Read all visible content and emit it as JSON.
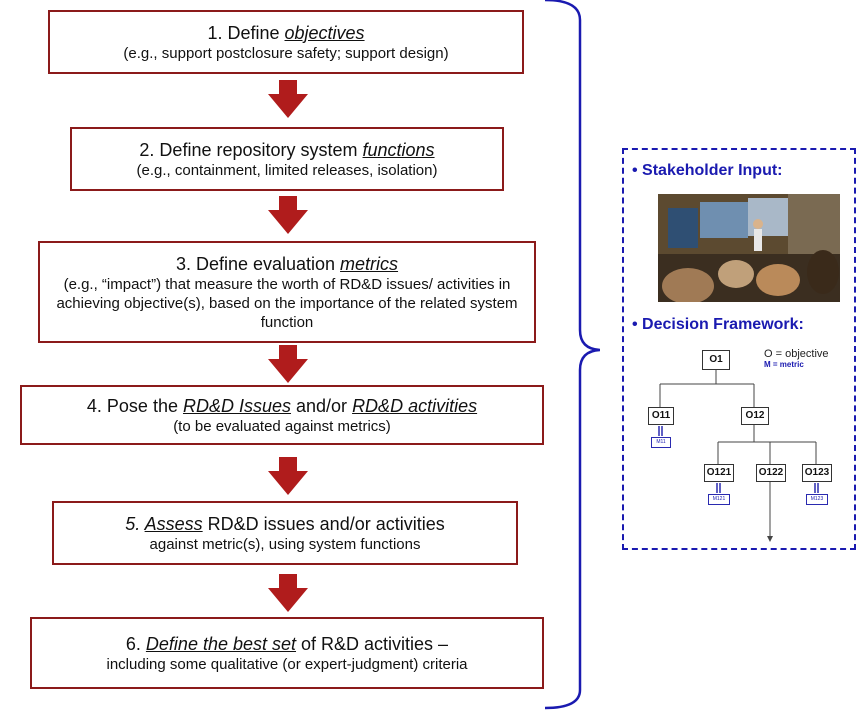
{
  "steps": [
    {
      "main_pre": "1. Define ",
      "main_em": "objectives",
      "main_post": "",
      "sub": "(e.g., support postclosure safety; support design)"
    },
    {
      "main_pre": "2. Define repository system ",
      "main_em": "functions",
      "main_post": "",
      "sub": "(e.g., containment,  limited releases, isolation)"
    },
    {
      "main_pre": "3. Define evaluation ",
      "main_em": "metrics",
      "main_post": "",
      "sub": "(e.g., “impact”) that measure the worth of RD&D issues/ activities in achieving objective(s), based on the importance of the related system function"
    },
    {
      "main_pre": "4. Pose the ",
      "main_em": "RD&D Issues",
      "main_mid": " and/or ",
      "main_em2": "RD&D activities",
      "sub": "(to be evaluated against metrics)"
    },
    {
      "main_num": "5. ",
      "main_em": "Assess",
      "main_post": " RD&D issues and/or activities",
      "sub": "against metric(s), using system functions"
    },
    {
      "main_pre": "6. ",
      "main_em": "Define the best set",
      "main_post": " of R&D activities –",
      "sub": "including some qualitative (or expert-judgment) criteria"
    }
  ],
  "panel": {
    "stakeholder_title": "• Stakeholder Input:",
    "framework_title": "• Decision Framework:",
    "legend_o": "O = objective",
    "legend_m": "M = metric",
    "nodes": {
      "o1": "O1",
      "o11": "O11",
      "o12": "O12",
      "o121": "O121",
      "o122": "O122",
      "o123": "O123"
    },
    "metrics": {
      "m11": "M11",
      "m121": "M121",
      "m123": "M123"
    }
  },
  "colors": {
    "box_border": "#8b1a1a",
    "arrow": "#b01c1c",
    "bracket": "#1a1ab0",
    "panel_border": "#1a1ab0"
  }
}
